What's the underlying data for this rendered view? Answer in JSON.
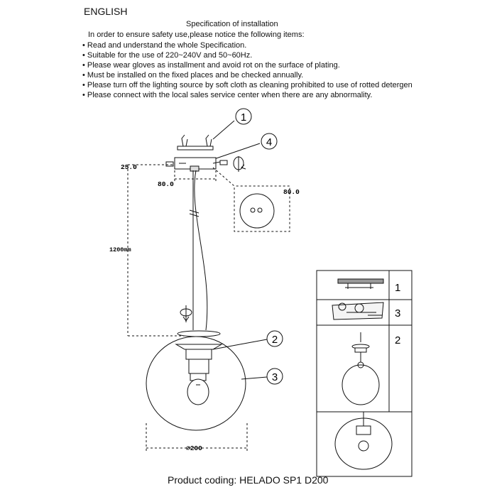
{
  "header": {
    "language": "ENGLISH",
    "spec_title": "Specification of installation",
    "intro": "In order to ensure safety use,please notice the following items:"
  },
  "bullets": [
    "• Read and understand the whole Specification.",
    "• Suitable for the use of 220~240V and 50~60Hz.",
    "• Please wear gloves as installment and avoid rot on the surface of plating.",
    "• Must be installed on the fixed places and be checked annually.",
    "• Please turn off the lighting source by soft cloth as cleaning prohibited to use of rotted detergen",
    "• Please connect with the local sales service center when there are any abnormality."
  ],
  "dimensions": {
    "canopy_height": "25.0",
    "canopy_width": "80.0",
    "detail_width": "80.0",
    "cable_length": "1200mm",
    "diameter": "⌀200"
  },
  "callouts": [
    "1",
    "2",
    "3",
    "4"
  ],
  "steps": [
    {
      "number": "1"
    },
    {
      "number": "3"
    },
    {
      "number": "2"
    }
  ],
  "product_coding": "Product coding: HELADO SP1 D200",
  "icons": [
    "rotate-icon",
    "screw-icon",
    "bulb-icon",
    "globe-shade-icon",
    "ceiling-plate-icon"
  ]
}
